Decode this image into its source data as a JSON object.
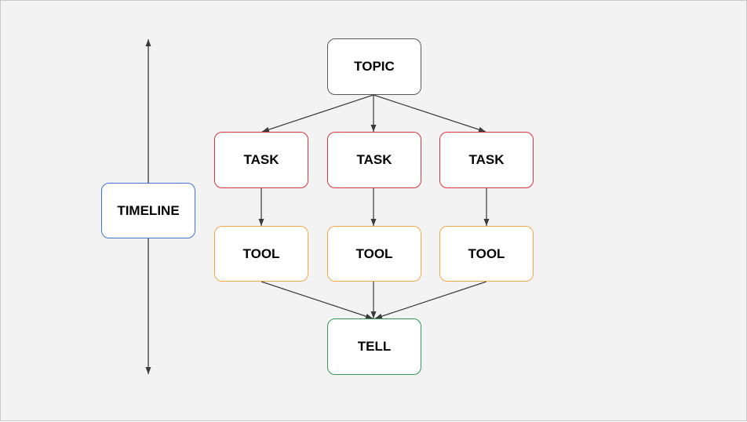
{
  "diagram": {
    "topic": {
      "label": "TOPIC",
      "color": "#595959"
    },
    "tasks": [
      {
        "label": "TASK",
        "color": "#e0303a"
      },
      {
        "label": "TASK",
        "color": "#e0303a"
      },
      {
        "label": "TASK",
        "color": "#e0303a"
      }
    ],
    "tools": [
      {
        "label": "TOOL",
        "color": "#f4a64a"
      },
      {
        "label": "TOOL",
        "color": "#f4a64a"
      },
      {
        "label": "TOOL",
        "color": "#f4a64a"
      }
    ],
    "tell": {
      "label": "TELL",
      "color": "#2e9a52"
    },
    "timeline": {
      "label": "TIMELINE",
      "color": "#3f74d9"
    },
    "edges": [
      [
        "topic",
        "task-1"
      ],
      [
        "topic",
        "task-2"
      ],
      [
        "topic",
        "task-3"
      ],
      [
        "task-1",
        "tool-1"
      ],
      [
        "task-2",
        "tool-2"
      ],
      [
        "task-3",
        "tool-3"
      ],
      [
        "tool-1",
        "tell"
      ],
      [
        "tool-2",
        "tell"
      ],
      [
        "tool-3",
        "tell"
      ]
    ],
    "timeline_arrow": "bidirectional-vertical"
  }
}
